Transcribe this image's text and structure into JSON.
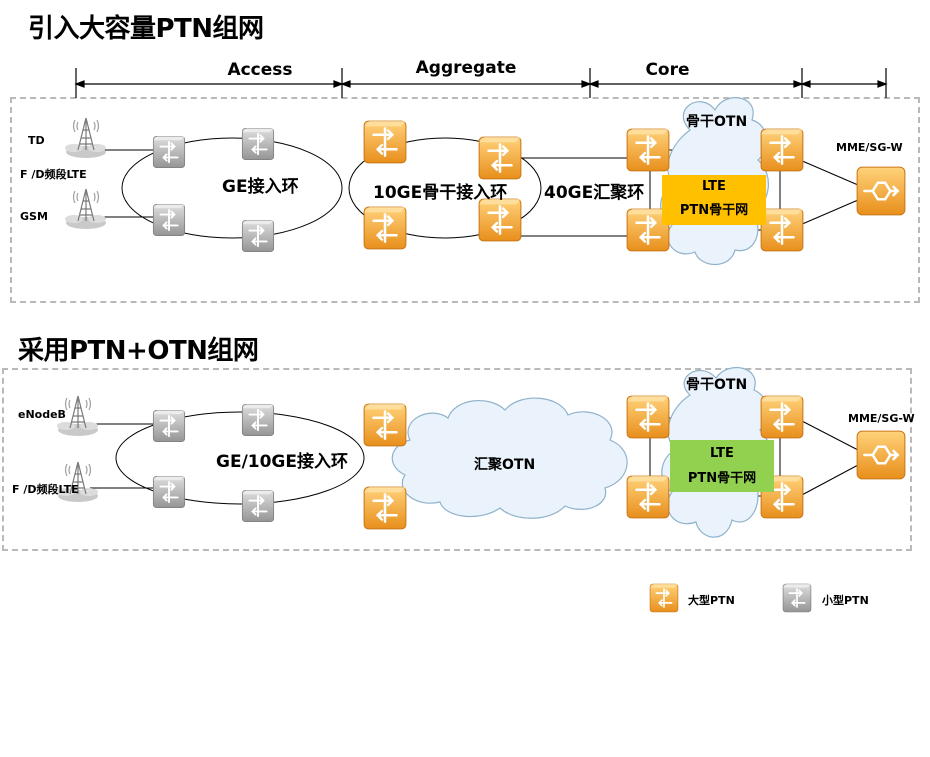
{
  "section1": {
    "title": "引入大容量PTN组网"
  },
  "section2": {
    "title": "采用PTN+OTN组网"
  },
  "zones": {
    "access": "Access",
    "aggregate": "Aggregate",
    "core": "Core"
  },
  "top": {
    "td": "TD",
    "fd_lte": "F /D频段LTE",
    "gsm": "GSM",
    "ge_ring": "GE接入环",
    "ring_10ge": "10GE骨干接入环",
    "ring_40ge": "40GE汇聚环",
    "backbone_otn": "骨干OTN",
    "lte": "LTE",
    "ptn_backbone": "PTN骨干网",
    "mme": "MME/SG-W"
  },
  "bottom": {
    "enodeb": "eNodeB",
    "fd_lte": "F /D频段LTE",
    "ring": "GE/10GE接入环",
    "agg_otn": "汇聚OTN",
    "backbone_otn": "骨干OTN",
    "lte": "LTE",
    "ptn_backbone": "PTN骨干网",
    "mme": "MME/SG-W"
  },
  "legend": {
    "large": "大型PTN",
    "small": "小型PTN"
  },
  "colors": {
    "large_ptn": "#f0a030",
    "small_ptn": "#a8a8a8",
    "lte_top": "#ffc000",
    "lte_bottom": "#92d050",
    "dashed_box": "#b9b9b9"
  }
}
